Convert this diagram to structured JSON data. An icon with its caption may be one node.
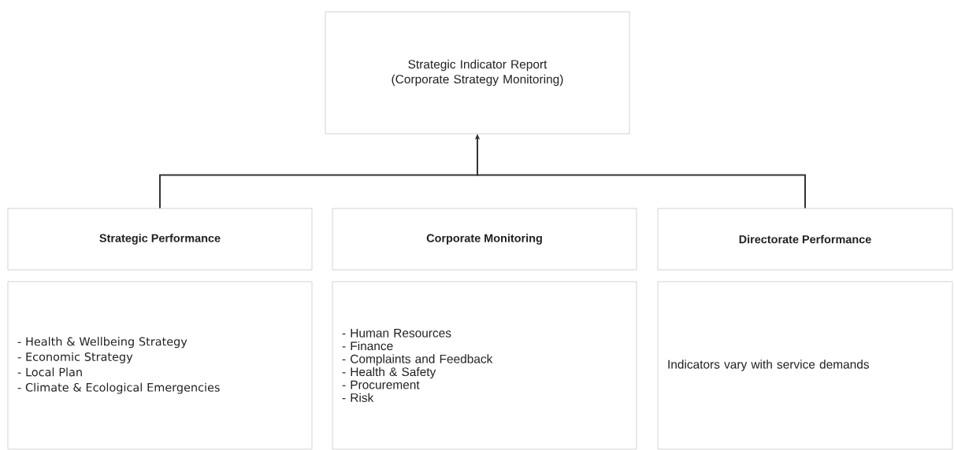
{
  "diagram": {
    "nodes": [
      {
        "text": [
          "Strategic Indicator Report (Corporate Strategy Monitoring)"
        ]
      },
      {
        "text": [
          "Strategic Performance"
        ]
      },
      {
        "text": [
          "Corporate Monitoring"
        ]
      },
      {
        "text": [
          "Directorate Performance"
        ]
      },
      {
        "text": [
          "- Health & Wellbeing Strategy",
          "- Economic Strategy",
          "- Local Plan",
          "- Climate & Ecological Emergencies"
        ]
      },
      {
        "text": [
          "- Human Resources",
          "- Finance",
          "- Complaints and Feedback",
          "- Health & Safety",
          "- Procurement",
          "- Risk"
        ]
      },
      {
        "text": [
          "Indicators vary with service demands"
        ]
      }
    ],
    "edges": [
      {
        "from": 1,
        "to": 0,
        "arrow": "to"
      },
      {
        "from": 3,
        "to": 0,
        "arrow": "to"
      }
    ]
  }
}
